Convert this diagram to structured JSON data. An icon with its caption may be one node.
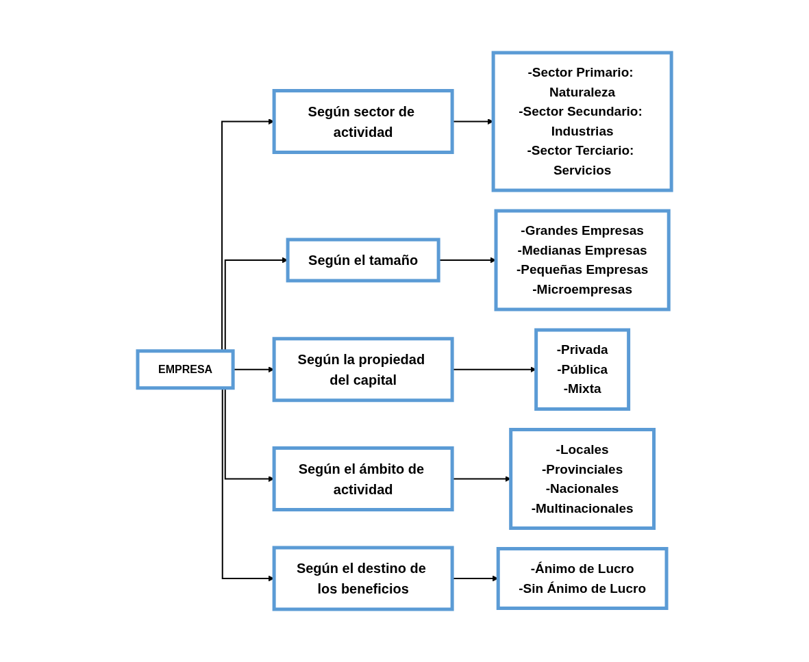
{
  "diagram": {
    "nodes": [
      {
        "text": [
          "EMPRESA"
        ]
      },
      {
        "text": [
          "Según sector de actividad"
        ]
      },
      {
        "text": [
          "-Sector Primario: Naturaleza",
          "-Sector Secundario: Industrias",
          "-Sector Terciario: Servicios"
        ]
      },
      {
        "text": [
          "Según el tamaño"
        ]
      },
      {
        "text": [
          "-Grandes Empresas",
          "-Medianas Empresas",
          "-Pequeñas Empresas",
          "-Microempresas"
        ]
      },
      {
        "text": [
          "Según la propiedad del capital"
        ]
      },
      {
        "text": [
          "-Privada",
          "-Pública",
          "-Mixta"
        ]
      },
      {
        "text": [
          "Según el ámbito de actividad"
        ]
      },
      {
        "text": [
          "-Locales",
          "-Provinciales",
          "-Nacionales",
          "-Multinacionales"
        ]
      },
      {
        "text": [
          "Según el destino de los beneficios"
        ]
      },
      {
        "text": [
          "-Ánimo de Lucro",
          "-Sin Ánimo de Lucro"
        ]
      }
    ],
    "edges": [
      {
        "from": 0,
        "to": 1,
        "arrow": "to"
      },
      {
        "from": 0,
        "to": 3,
        "arrow": "to"
      },
      {
        "from": 0,
        "to": 5,
        "arrow": "to"
      },
      {
        "from": 0,
        "to": 7,
        "arrow": "to"
      },
      {
        "from": 0,
        "to": 9,
        "arrow": "to"
      },
      {
        "from": 1,
        "to": 2,
        "arrow": "to"
      },
      {
        "from": 3,
        "to": 4,
        "arrow": "to"
      },
      {
        "from": 5,
        "to": 6,
        "arrow": "to"
      },
      {
        "from": 7,
        "to": 8,
        "arrow": "to"
      },
      {
        "from": 9,
        "to": 10,
        "arrow": "to"
      }
    ]
  }
}
